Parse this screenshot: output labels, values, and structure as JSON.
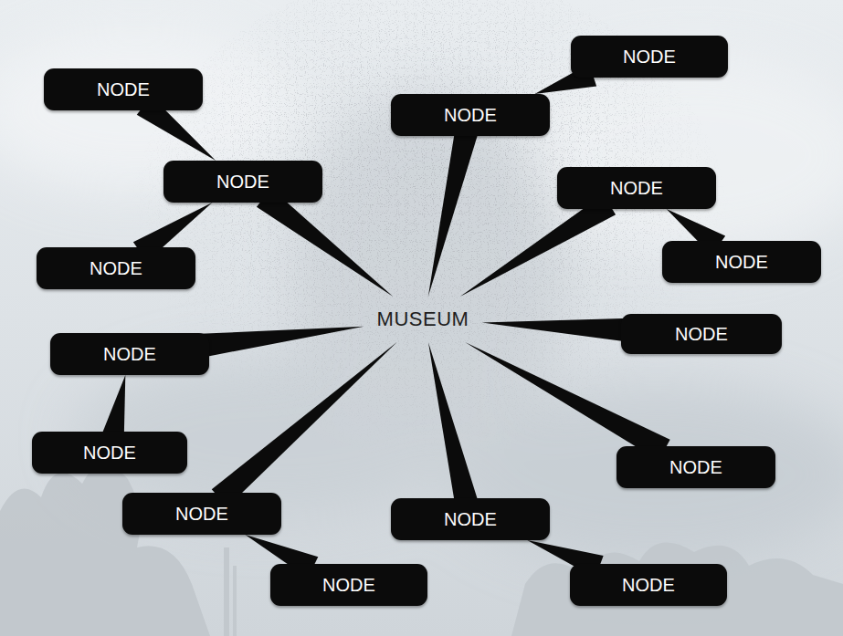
{
  "diagram": {
    "nodes": [
      {
        "text": [
          "MUSEUM"
        ]
      },
      {
        "text": [
          "NODE"
        ]
      },
      {
        "text": [
          "NODE"
        ]
      },
      {
        "text": [
          "NODE"
        ]
      },
      {
        "text": [
          "NODE"
        ]
      },
      {
        "text": [
          "NODE"
        ]
      },
      {
        "text": [
          "NODE"
        ]
      },
      {
        "text": [
          "NODE"
        ]
      },
      {
        "text": [
          "NODE"
        ]
      },
      {
        "text": [
          "NODE"
        ]
      },
      {
        "text": [
          "NODE"
        ]
      },
      {
        "text": [
          "NODE"
        ]
      },
      {
        "text": [
          "NODE"
        ]
      },
      {
        "text": [
          "NODE"
        ]
      },
      {
        "text": [
          "NODE"
        ]
      },
      {
        "text": [
          "NODE"
        ]
      }
    ],
    "edges": [
      {
        "from": 1,
        "to": 0,
        "arrow": "none"
      },
      {
        "from": 2,
        "to": 0,
        "arrow": "none"
      },
      {
        "from": 3,
        "to": 0,
        "arrow": "none"
      },
      {
        "from": 4,
        "to": 0,
        "arrow": "none"
      },
      {
        "from": 5,
        "to": 0,
        "arrow": "none"
      },
      {
        "from": 6,
        "to": 0,
        "arrow": "none"
      },
      {
        "from": 7,
        "to": 0,
        "arrow": "none"
      },
      {
        "from": 8,
        "to": 0,
        "arrow": "none"
      },
      {
        "from": 9,
        "to": 1,
        "arrow": "none"
      },
      {
        "from": 10,
        "to": 1,
        "arrow": "none"
      },
      {
        "from": 11,
        "to": 2,
        "arrow": "none"
      },
      {
        "from": 12,
        "to": 3,
        "arrow": "none"
      },
      {
        "from": 13,
        "to": 5,
        "arrow": "none"
      },
      {
        "from": 14,
        "to": 6,
        "arrow": "none"
      },
      {
        "from": 15,
        "to": 7,
        "arrow": "none"
      }
    ]
  }
}
